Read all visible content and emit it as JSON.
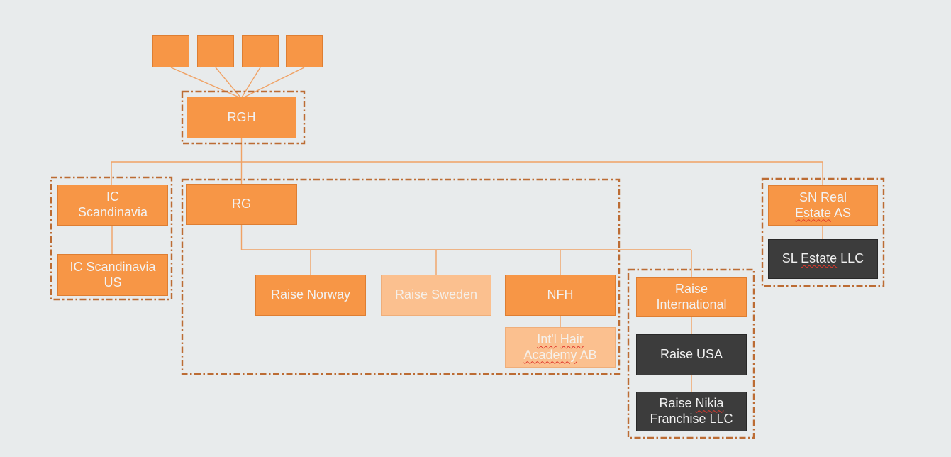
{
  "diagram": {
    "kind": "organization-chart",
    "colors": {
      "background": "#E8EBEC",
      "orange_fill": "#F79646",
      "orange_border": "#DE7E32",
      "light_orange_fill": "#FBC08F",
      "light_orange_border": "#EFAE7A",
      "dark_fill": "#3C3C3C",
      "dark_border": "#282828",
      "group_dash_border": "#BC6C34",
      "connector": "#F0A265",
      "node_text": "#F2F2F2",
      "spellcheck_underline": "#E0382C"
    },
    "nodes": {
      "rgh": {
        "label": "RGH"
      },
      "rg": {
        "label": "RG"
      },
      "raise_norway": {
        "label": "Raise Norway"
      },
      "raise_sweden": {
        "label": "Raise Sweden"
      },
      "nfh": {
        "label": "NFH"
      },
      "raise_usa": {
        "label": "Raise USA"
      },
      "ic_scandinavia": {
        "parts": [
          {
            "text": "IC"
          },
          {
            "br": true
          },
          {
            "text": "Scandinavia"
          }
        ]
      },
      "ic_scandinavia_us": {
        "parts": [
          {
            "text": "IC Scandinavia"
          },
          {
            "br": true
          },
          {
            "text": "US"
          }
        ]
      },
      "intl_hair_academy_ab": {
        "parts": [
          {
            "text": "Int'l",
            "wavy": true
          },
          {
            "text": " "
          },
          {
            "text": "Hair",
            "wavy": true
          },
          {
            "br": true
          },
          {
            "text": "Academy",
            "wavy": true
          },
          {
            "text": " AB"
          }
        ]
      },
      "raise_international": {
        "parts": [
          {
            "text": "Raise"
          },
          {
            "br": true
          },
          {
            "text": "International"
          }
        ]
      },
      "raise_nikia_franchise_llc": {
        "parts": [
          {
            "text": "Raise "
          },
          {
            "text": "Nikia",
            "wavy": true
          },
          {
            "br": true
          },
          {
            "text": "Franchise LLC"
          }
        ]
      },
      "sn_real_estate_as": {
        "parts": [
          {
            "text": "SN Real"
          },
          {
            "br": true
          },
          {
            "text": "Estate",
            "wavy": true
          },
          {
            "text": " AS"
          }
        ]
      },
      "sl_estate_llc": {
        "parts": [
          {
            "text": "SL "
          },
          {
            "text": "Estate",
            "wavy": true
          },
          {
            "text": " LLC"
          }
        ]
      }
    }
  }
}
